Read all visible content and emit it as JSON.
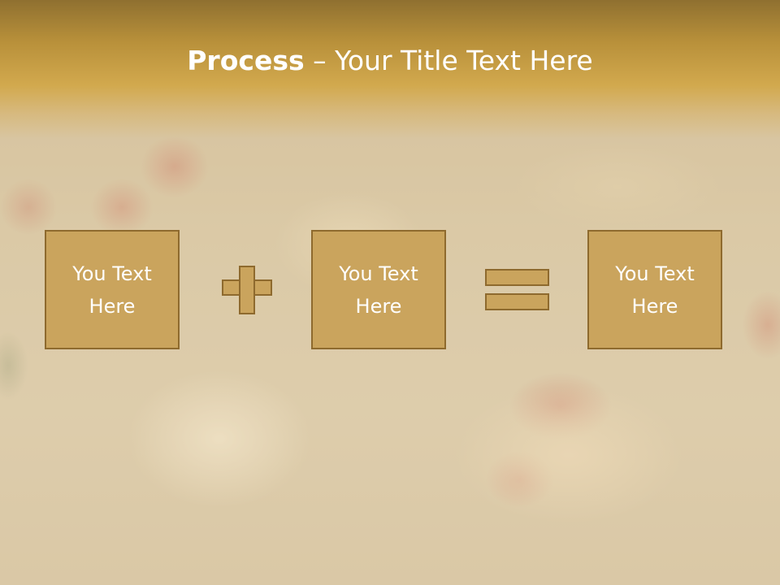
{
  "slide": {
    "title_bold": "Process",
    "title_rest": " – Your Title Text Here",
    "boxes": [
      {
        "text": "You Text\nHere"
      },
      {
        "text": "You Text\nHere"
      },
      {
        "text": "You Text\nHere"
      }
    ],
    "operators": [
      "plus-icon",
      "equals-icon"
    ]
  },
  "colors": {
    "header_gold": "#c9a048",
    "box_fill": "#caa45d",
    "box_border": "#8e6a2e",
    "text": "#ffffff"
  }
}
